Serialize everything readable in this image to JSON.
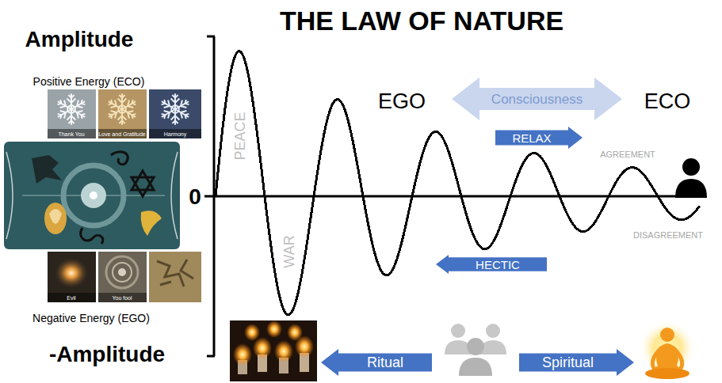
{
  "diagram": {
    "title": "THE LAW OF NATURE",
    "nodes": [
      {
        "text": [
          "Consciousness"
        ]
      },
      {
        "text": [
          "RELAX"
        ]
      },
      {
        "text": [
          "HECTIC"
        ]
      },
      {
        "text": [
          "Ritual"
        ]
      },
      {
        "text": [
          "Spiritual"
        ]
      }
    ],
    "labels": [
      "Amplitude",
      "Positive Energy (ECO)",
      "Thank You",
      "Love and Gratitude",
      "Harmony",
      "PEACE",
      "EGO",
      "ECO",
      "AGREEMENT",
      "0",
      "DISAGREEMENT",
      "WAR",
      "Evil",
      "You fool",
      "Negative Energy (EGO)",
      "-Amplitude"
    ]
  }
}
